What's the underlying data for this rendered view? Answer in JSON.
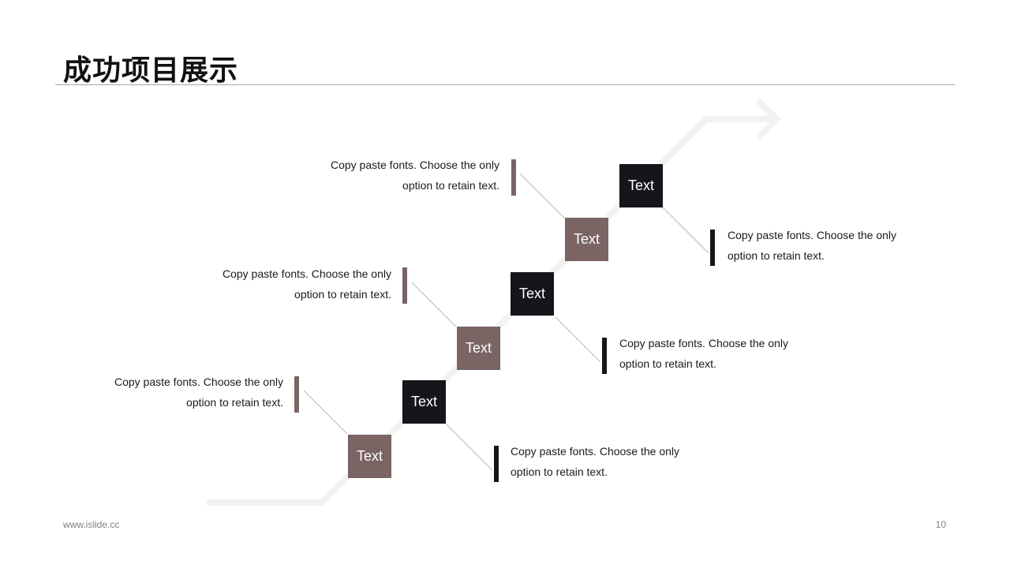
{
  "title": "成功项目展示",
  "steps": [
    {
      "label": "Text",
      "tone": "light"
    },
    {
      "label": "Text",
      "tone": "dark"
    },
    {
      "label": "Text",
      "tone": "light"
    },
    {
      "label": "Text",
      "tone": "dark"
    },
    {
      "label": "Text",
      "tone": "light"
    },
    {
      "label": "Text",
      "tone": "dark"
    }
  ],
  "descriptions": [
    {
      "line1": "Copy paste fonts. Choose the only",
      "line2": "option to retain text."
    },
    {
      "line1": "Copy paste fonts. Choose the only",
      "line2": "option to retain text."
    },
    {
      "line1": "Copy paste fonts. Choose the only",
      "line2": "option to retain text."
    },
    {
      "line1": "Copy paste fonts. Choose the only",
      "line2": "option to retain text."
    },
    {
      "line1": "Copy paste fonts. Choose the only",
      "line2": "option to retain text."
    },
    {
      "line1": "Copy paste fonts. Choose the only",
      "line2": "option to retain text."
    }
  ],
  "footer": {
    "url": "www.islide.cc",
    "page": "10"
  },
  "colors": {
    "light": "#7a6464",
    "dark": "#17141b",
    "arrow": "#f2f2f2",
    "connector": "#bfbfbf"
  }
}
